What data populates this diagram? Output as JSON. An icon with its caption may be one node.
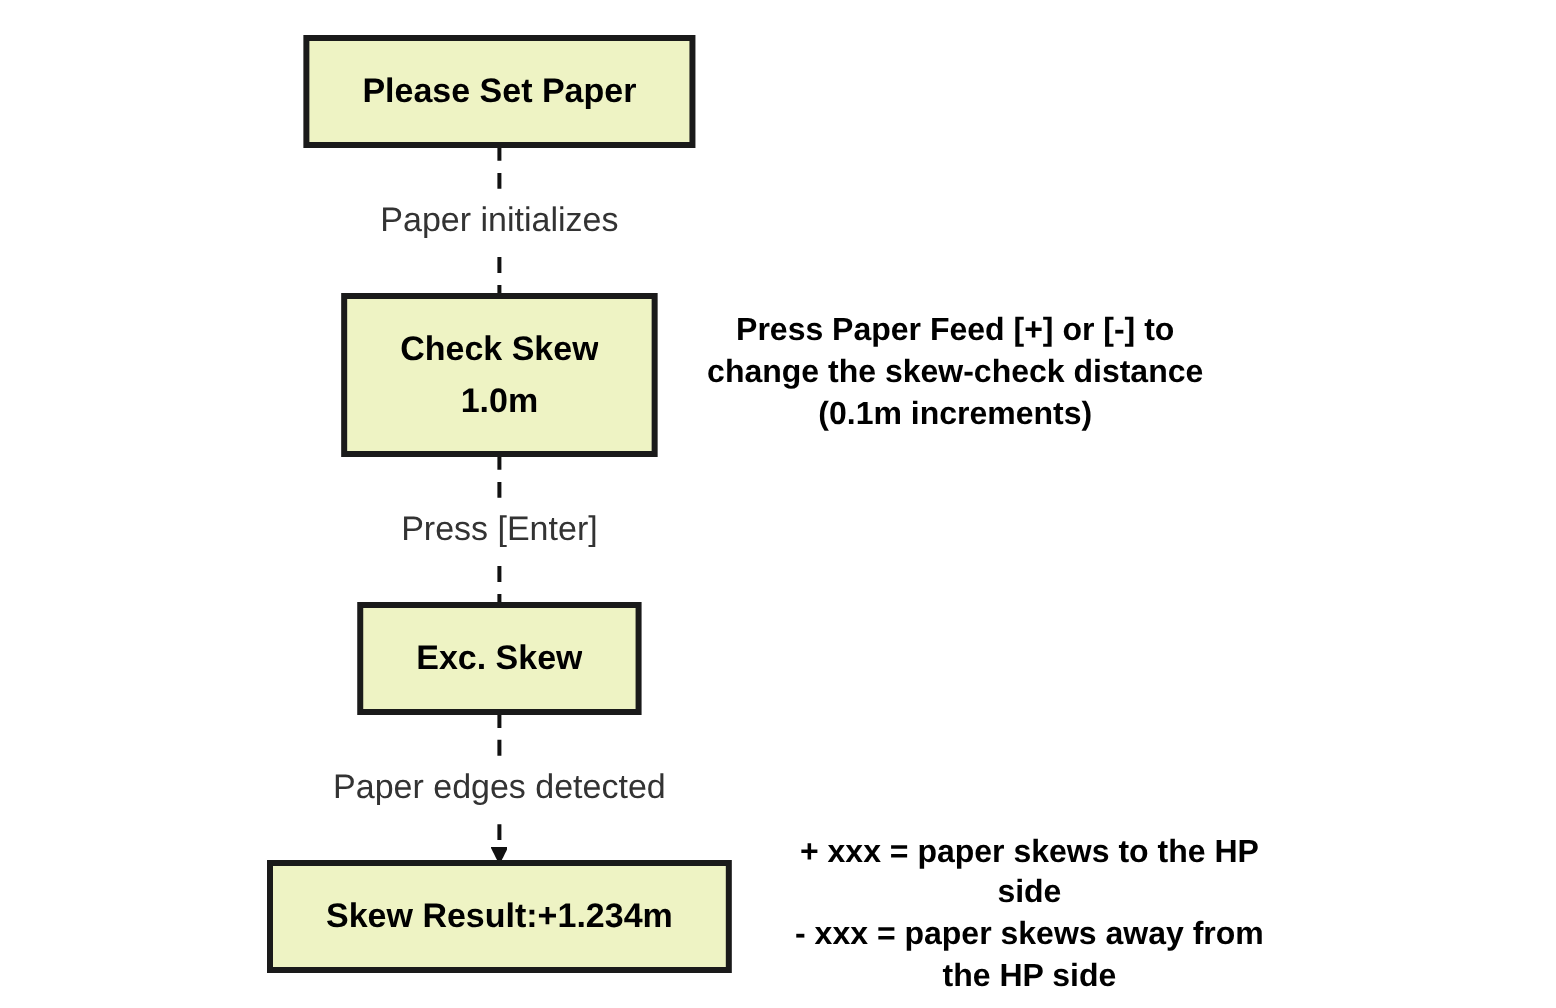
{
  "diagram": {
    "nodes": [
      {
        "text": [
          "Please Set Paper"
        ]
      },
      {
        "text": [
          "Check Skew",
          "1.0m"
        ],
        "beside": [
          "Press Paper Feed [+] or [-] to change the skew-check distance (0.1m increments)"
        ]
      },
      {
        "text": [
          "Exc. Skew"
        ]
      },
      {
        "text": [
          "Skew Result:+1.234m"
        ],
        "beside": [
          "+ xxx = paper skews to the HP side",
          "- xxx = paper skews away from the HP side"
        ]
      }
    ],
    "edges": [
      {
        "from": 0,
        "to": 1,
        "arrow": "none",
        "style": "dashed",
        "label": "Paper initializes"
      },
      {
        "from": 1,
        "to": 2,
        "arrow": "none",
        "style": "dashed",
        "label": "Press [Enter]"
      },
      {
        "from": 2,
        "to": 3,
        "arrow": "to",
        "style": "dashed",
        "label": "Paper edges detected"
      }
    ]
  }
}
